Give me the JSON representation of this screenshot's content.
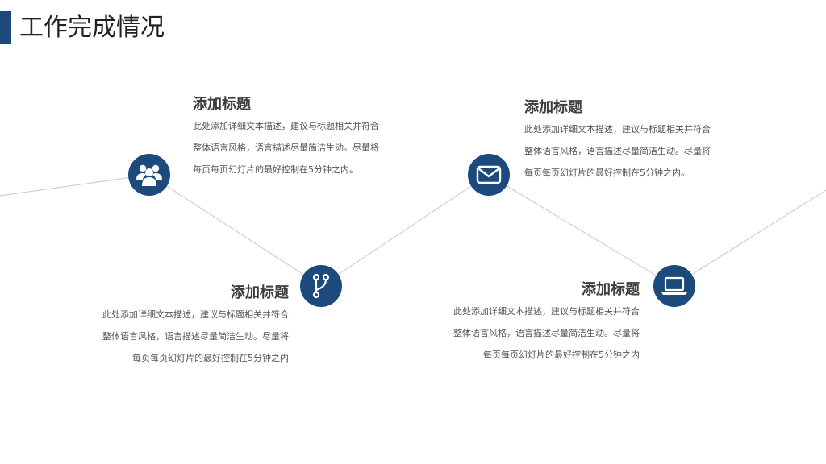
{
  "page": {
    "title": "工作完成情况"
  },
  "items": [
    {
      "title": "添加标题",
      "lines": [
        "此处添加详细文本描述，建议与标题相关并符合",
        "整体语言风格，语言描述尽量简洁生动。尽量将",
        "每页每页幻灯片的最好控制在5分钟之内。"
      ],
      "icon": "users-icon"
    },
    {
      "title": "添加标题",
      "lines": [
        "此处添加详细文本描述，建议与标题相关并符合",
        "整体语言风格，语言描述尽量简洁生动。尽量将",
        "每页每页幻灯片的最好控制在5分钟之内"
      ],
      "icon": "branch-icon"
    },
    {
      "title": "添加标题",
      "lines": [
        "此处添加详细文本描述，建议与标题相关并符合",
        "整体语言风格，语言描述尽量简洁生动。尽量将",
        "每页每页幻灯片的最好控制在5分钟之内。"
      ],
      "icon": "mail-icon"
    },
    {
      "title": "添加标题",
      "lines": [
        "此处添加详细文本描述，建议与标题相关并符合",
        "整体语言风格，语言描述尽量简洁生动。尽量将",
        "每页每页幻灯片的最好控制在5分钟之内"
      ],
      "icon": "laptop-icon"
    }
  ],
  "colors": {
    "accent": "#1d4a7d",
    "line": "#c8c8c8",
    "title": "#222222",
    "text": "#555555"
  }
}
